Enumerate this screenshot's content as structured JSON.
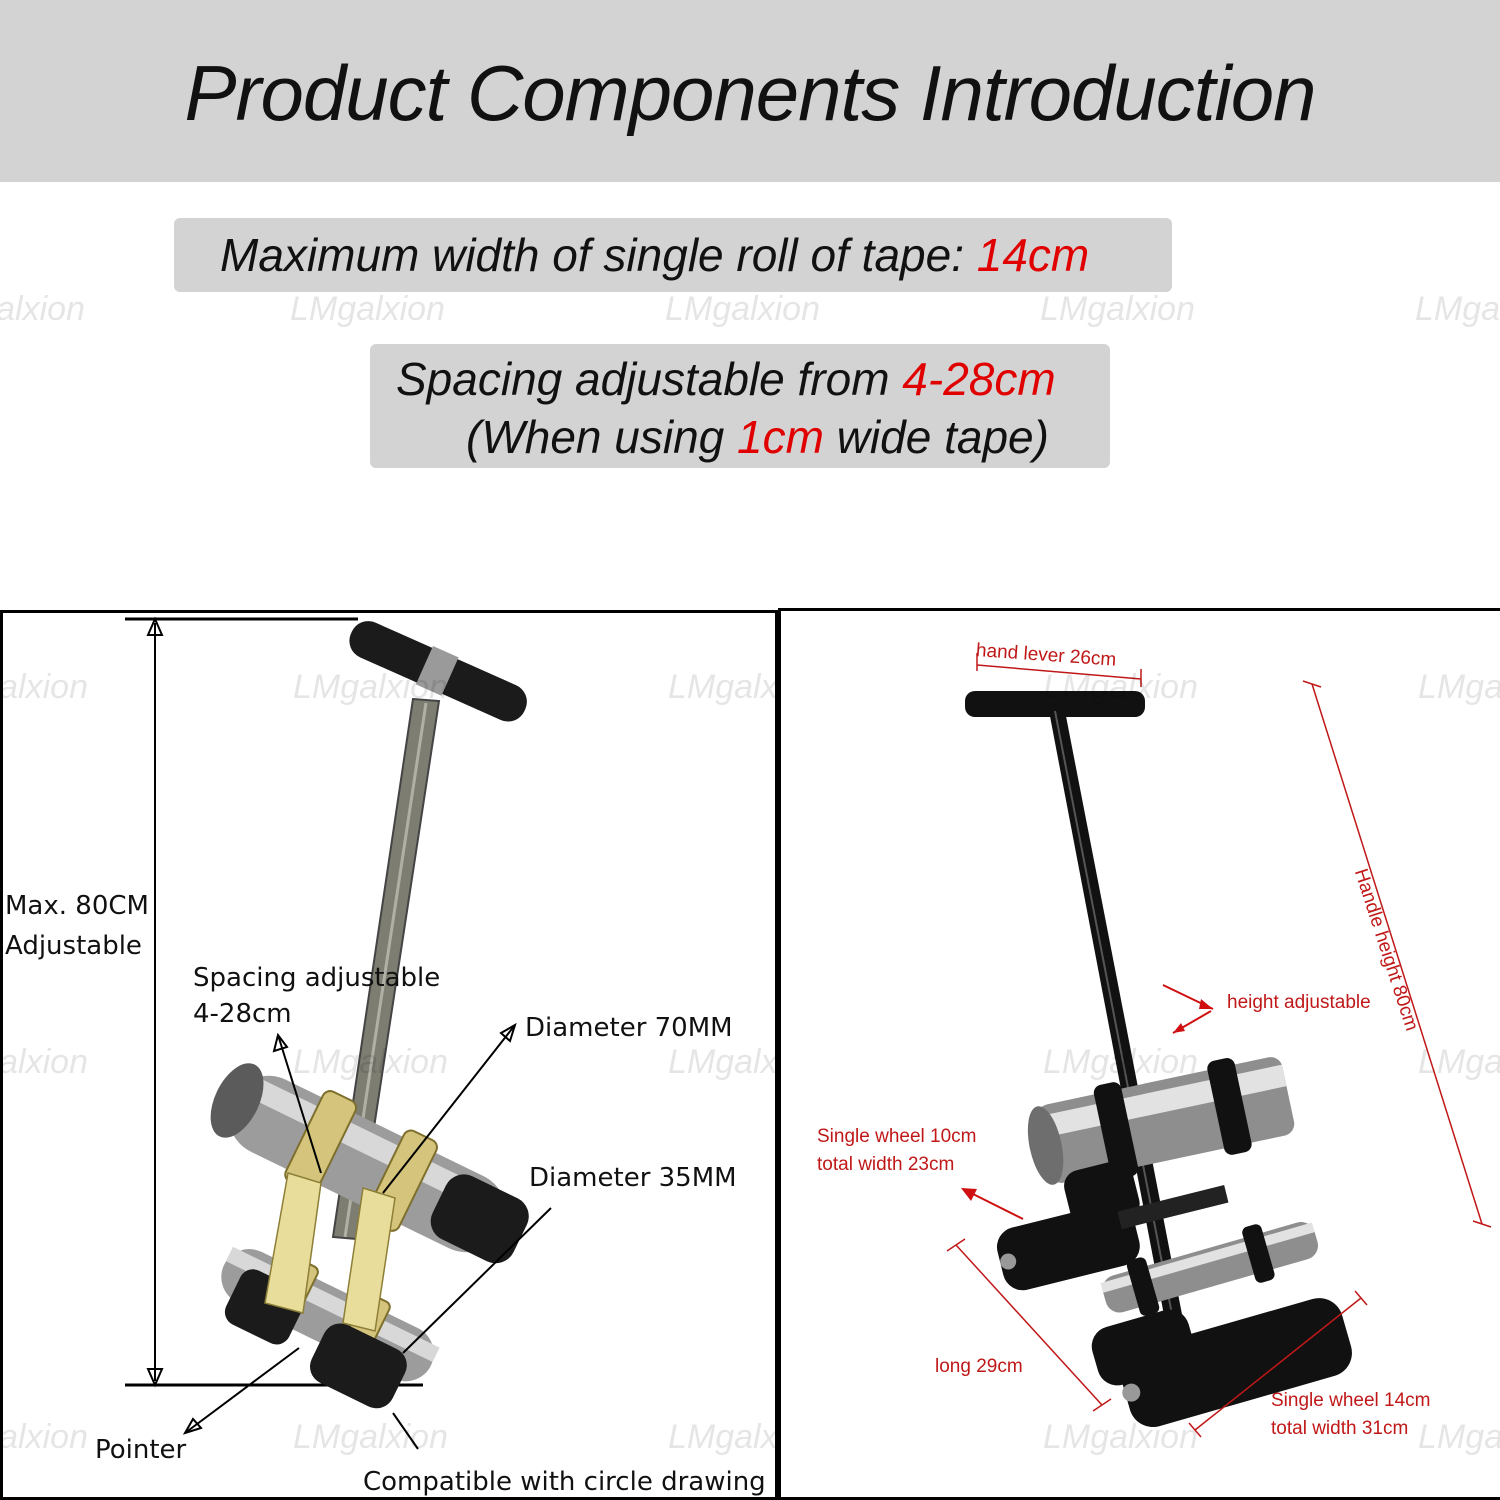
{
  "title": "Product Components Introduction",
  "callouts": {
    "max_width_prefix": "Maximum width of single roll of tape: ",
    "max_width_value": "14cm",
    "spacing_prefix": "Spacing adjustable from ",
    "spacing_value": "4-28cm",
    "usage_prefix": "(When using ",
    "usage_value": "1cm",
    "usage_suffix": " wide tape)"
  },
  "watermark": "LMgalxion",
  "left_panel": {
    "height_label_1": "Max. 80CM",
    "height_label_2": "Adjustable",
    "spacing_label_1": "Spacing adjustable",
    "spacing_label_2": "4-28cm",
    "diameter_large": "Diameter 70MM",
    "diameter_small": "Diameter 35MM",
    "pointer": "Pointer",
    "circle_kit": "Compatible with circle drawing kit"
  },
  "right_panel": {
    "hand_lever": "hand lever  26cm",
    "handle_height": "Handle height 80cm",
    "height_adjustable": "height adjustable",
    "single_wheel_small_1": "Single wheel 10cm",
    "single_wheel_small_2": "total width 23cm",
    "long": "long  29cm",
    "single_wheel_large_1": "Single wheel 14cm",
    "single_wheel_large_2": "total width 31cm"
  },
  "colors": {
    "banner": "#d3d3d3",
    "accent_red": "#e00000",
    "dimension_red": "#c01818"
  }
}
